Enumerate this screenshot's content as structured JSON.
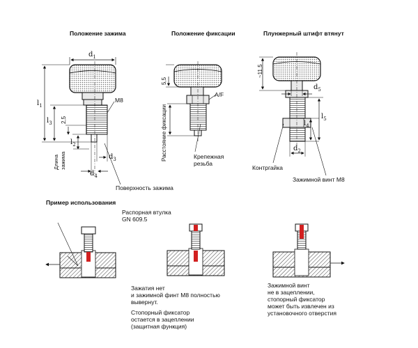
{
  "titles": {
    "clamp": "Положение зажима",
    "lock": "Положение фиксации",
    "retracted": "Плунжерный штифт втянут"
  },
  "dims": {
    "d1": "d",
    "d1_sub": "1",
    "d2": "d",
    "d2_sub": "2",
    "d3": "d",
    "d3_sub": "3",
    "d4": "d",
    "d4_sub": "4",
    "d5": "d",
    "d5_sub": "5",
    "l1": "l",
    "l1_sub": "1",
    "l2": "l",
    "l2_sub": "2",
    "l3": "l",
    "l3_sub": "3",
    "l4": "l",
    "l4_sub": "4",
    "l5": "l",
    "l5_sub": "5",
    "v25": "2,5",
    "v55": "5,5",
    "v115": "~11,5"
  },
  "labels": {
    "m8": "M8",
    "af": "A/F",
    "clamp_length": "Длина\nзажима",
    "lock_distance": "Расстояние фиксации",
    "fastening_thread": "Крепежная\nрезьба",
    "locknut": "Контргайка",
    "clamp_surface": "Поверхность зажима",
    "clamp_screw": "Зажимной винт M8"
  },
  "usage": {
    "title": "Пример использования",
    "spacer": "Распорная втулка\nGN 609.5",
    "note1": "Зажатия нет\nи зажимной финт M8 полностью\nвывернут.",
    "note2": "Стопорный фиксатор\nостается в зацеплении\n(защитная функция)",
    "note3": "Зажимной винт\nне в зацеплении,\nстопорный фиксатор\nможет быть извлечен из\nустановочного отверстия"
  },
  "colors": {
    "line": "#111111",
    "hatch": "#444444",
    "highlight": "#d22020",
    "fill": "#e9e9e9"
  }
}
